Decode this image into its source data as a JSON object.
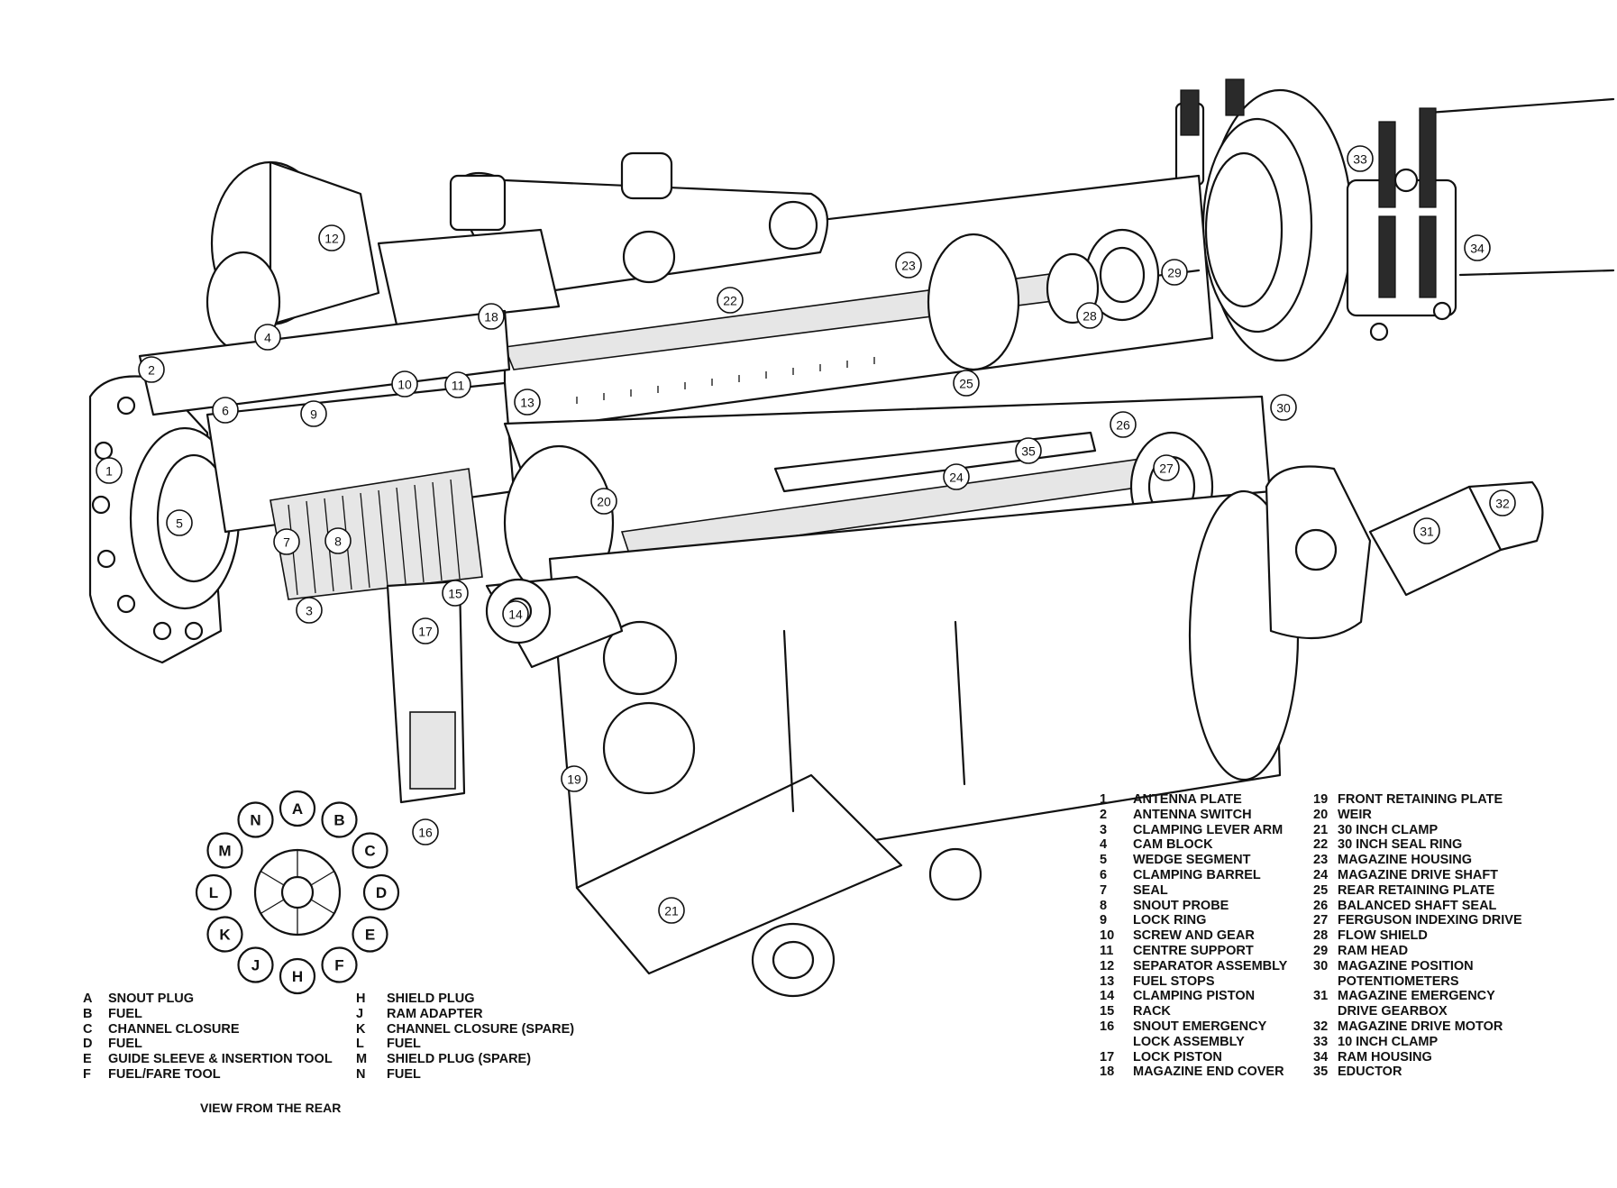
{
  "caption": "VIEW FROM THE REAR",
  "rear_ring": [
    "A",
    "B",
    "C",
    "D",
    "E",
    "F",
    "H",
    "J",
    "K",
    "L",
    "M",
    "N"
  ],
  "legend_letters": [
    {
      "key": "A",
      "label": "SNOUT PLUG"
    },
    {
      "key": "B",
      "label": "FUEL"
    },
    {
      "key": "C",
      "label": "CHANNEL CLOSURE"
    },
    {
      "key": "D",
      "label": "FUEL"
    },
    {
      "key": "E",
      "label": "GUIDE SLEEVE & INSERTION TOOL"
    },
    {
      "key": "F",
      "label": "FUEL/FARE TOOL"
    },
    {
      "key": "H",
      "label": "SHIELD PLUG"
    },
    {
      "key": "J",
      "label": "RAM ADAPTER"
    },
    {
      "key": "K",
      "label": "CHANNEL CLOSURE (SPARE)"
    },
    {
      "key": "L",
      "label": "FUEL"
    },
    {
      "key": "M",
      "label": "SHIELD PLUG (SPARE)"
    },
    {
      "key": "N",
      "label": "FUEL"
    }
  ],
  "legend_numbers": [
    {
      "num": "1",
      "lines": [
        "ANTENNA PLATE"
      ]
    },
    {
      "num": "2",
      "lines": [
        "ANTENNA SWITCH"
      ]
    },
    {
      "num": "3",
      "lines": [
        "CLAMPING LEVER ARM"
      ]
    },
    {
      "num": "4",
      "lines": [
        "CAM BLOCK"
      ]
    },
    {
      "num": "5",
      "lines": [
        "WEDGE SEGMENT"
      ]
    },
    {
      "num": "6",
      "lines": [
        "CLAMPING BARREL"
      ]
    },
    {
      "num": "7",
      "lines": [
        "SEAL"
      ]
    },
    {
      "num": "8",
      "lines": [
        "SNOUT PROBE"
      ]
    },
    {
      "num": "9",
      "lines": [
        "LOCK RING"
      ]
    },
    {
      "num": "10",
      "lines": [
        "SCREW AND GEAR"
      ]
    },
    {
      "num": "11",
      "lines": [
        "CENTRE SUPPORT"
      ]
    },
    {
      "num": "12",
      "lines": [
        "SEPARATOR ASSEMBLY"
      ]
    },
    {
      "num": "13",
      "lines": [
        "FUEL STOPS"
      ]
    },
    {
      "num": "14",
      "lines": [
        "CLAMPING PISTON"
      ]
    },
    {
      "num": "15",
      "lines": [
        "RACK"
      ]
    },
    {
      "num": "16",
      "lines": [
        "SNOUT EMERGENCY",
        "LOCK ASSEMBLY"
      ]
    },
    {
      "num": "17",
      "lines": [
        "LOCK PISTON"
      ]
    },
    {
      "num": "18",
      "lines": [
        "MAGAZINE END COVER"
      ]
    },
    {
      "num": "19",
      "lines": [
        "FRONT RETAINING PLATE"
      ]
    },
    {
      "num": "20",
      "lines": [
        "WEIR"
      ]
    },
    {
      "num": "21",
      "lines": [
        "30 INCH CLAMP"
      ]
    },
    {
      "num": "22",
      "lines": [
        "30 INCH SEAL RING"
      ]
    },
    {
      "num": "23",
      "lines": [
        "MAGAZINE HOUSING"
      ]
    },
    {
      "num": "24",
      "lines": [
        "MAGAZINE DRIVE SHAFT"
      ]
    },
    {
      "num": "25",
      "lines": [
        "REAR RETAINING PLATE"
      ]
    },
    {
      "num": "26",
      "lines": [
        "BALANCED SHAFT SEAL"
      ]
    },
    {
      "num": "27",
      "lines": [
        "FERGUSON INDEXING DRIVE"
      ]
    },
    {
      "num": "28",
      "lines": [
        "FLOW SHIELD"
      ]
    },
    {
      "num": "29",
      "lines": [
        "RAM HEAD"
      ]
    },
    {
      "num": "30",
      "lines": [
        "MAGAZINE POSITION",
        "POTENTIOMETERS"
      ]
    },
    {
      "num": "31",
      "lines": [
        "MAGAZINE EMERGENCY",
        "DRIVE GEARBOX"
      ]
    },
    {
      "num": "32",
      "lines": [
        "MAGAZINE DRIVE MOTOR"
      ]
    },
    {
      "num": "33",
      "lines": [
        "10 INCH CLAMP"
      ]
    },
    {
      "num": "34",
      "lines": [
        "RAM HOUSING"
      ]
    },
    {
      "num": "35",
      "lines": [
        "EDUCTOR"
      ]
    }
  ],
  "callout_numbers": [
    "1",
    "2",
    "3",
    "4",
    "5",
    "6",
    "7",
    "8",
    "9",
    "10",
    "11",
    "12",
    "13",
    "14",
    "15",
    "16",
    "17",
    "18",
    "19",
    "20",
    "21",
    "22",
    "23",
    "24",
    "25",
    "26",
    "27",
    "28",
    "29",
    "30",
    "31",
    "32",
    "33",
    "34",
    "35"
  ]
}
